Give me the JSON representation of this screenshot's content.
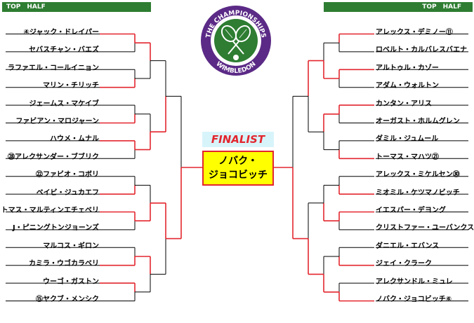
{
  "header": {
    "left_label": "TOP　HALF",
    "right_label": "TOP　HALF"
  },
  "logo": {
    "top_text": "THE CHAMPIONSHIPS",
    "bottom_text": "WIMBLEDON"
  },
  "finalist": {
    "label": "FINALIST",
    "line1": "ノバク・",
    "line2": "ジョコビッチ"
  },
  "colors": {
    "green": "#2e7d32",
    "red": "#e3262e",
    "purple": "#5b2a86",
    "yellow": "#ffff00"
  },
  "left_players": [
    "④ジャック・ドレイパー",
    "セバスチャン・バエズ",
    "ラファエル・コールイニョン",
    "マリン・チリッチ",
    "ジェームス・マケイブ",
    "ファビアン・マロジャーン",
    "ハウメ・ムナル",
    "㉘アレクサンダー・ブブリク",
    "㉒ファビオ・コボリ",
    "ベイビ・ジュカエフ",
    "トマス・マルティンエチェベリ",
    "J・ピニングトンジョーンズ",
    "マルコス・ギロン",
    "カミラ・ウゴカラベリ",
    "ウーゴ・ガストン",
    "⑮ヤクブ・メンシク"
  ],
  "right_players": [
    "アレックス・デミノー⑪",
    "ロベルト・カルバレスバエナ",
    "アルトゥル・カゾー",
    "アダム・ウォルトン",
    "カンタン・アリス",
    "オーガスト・ホルムグレン",
    "ダミル・ジュムール",
    "トーマス・マハツ㉑",
    "アレックス・ミケルセン㉚",
    "ミオミル・ケツマノビッチ",
    "イエスパー・デヨング",
    "クリストファー・ユーバンクス",
    "ダニエル・エバンス",
    "ジェイ・クラーク",
    "アレクサンドル・ミュレ",
    "ノバク・ジョコビッチ⑥"
  ],
  "left_winners": {
    "r1": [
      0,
      1,
      1,
      0,
      1,
      0,
      1,
      0
    ],
    "r2": [
      0,
      1,
      1,
      0
    ],
    "r3": [
      1,
      0
    ],
    "r4": [
      1
    ]
  },
  "right_winners": {
    "r1": [
      0,
      0,
      0,
      1,
      1,
      0,
      1,
      1
    ],
    "r2": [
      1,
      0,
      1,
      1
    ],
    "r3": [
      0,
      1
    ],
    "r4": [
      1
    ]
  }
}
